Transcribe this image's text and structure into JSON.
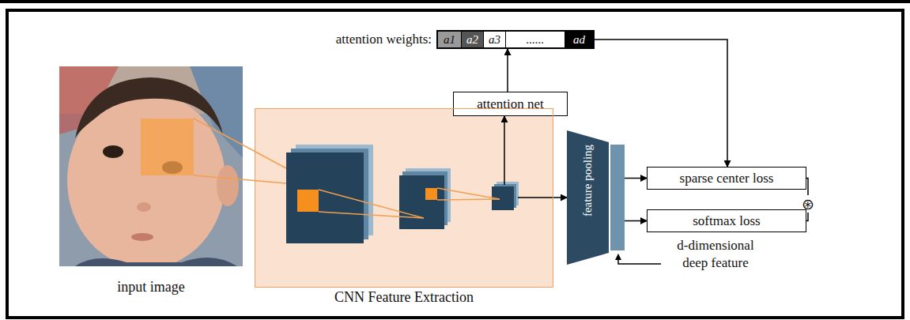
{
  "diagram": {
    "nodes": [
      {
        "text": [
          "attention weights:",
          "a1",
          "a2",
          "a3",
          "......",
          "ad"
        ]
      },
      {
        "text": [
          "attention net"
        ]
      },
      {
        "text": [
          "CNN Feature Extraction"
        ]
      },
      {
        "text": [
          "feature pooling"
        ]
      },
      {
        "text": [
          "sparse center loss"
        ]
      },
      {
        "text": [
          "softmax loss"
        ]
      },
      {
        "text": [
          "⊛"
        ]
      }
    ],
    "edges": [
      {
        "from": 2,
        "to": 3,
        "arrow": "to"
      },
      {
        "from": 2,
        "to": 1,
        "arrow": "to"
      },
      {
        "from": 1,
        "to": 0,
        "arrow": "to"
      },
      {
        "from": 0,
        "to": 4,
        "arrow": "to"
      },
      {
        "from": 3,
        "to": 4,
        "arrow": "to"
      },
      {
        "from": 3,
        "to": 5,
        "arrow": "to"
      },
      {
        "from": 4,
        "to": 6,
        "arrow": "none"
      },
      {
        "from": 5,
        "to": 6,
        "arrow": "none"
      }
    ],
    "labels": [
      "input image",
      "d-dimensional deep feature"
    ]
  }
}
